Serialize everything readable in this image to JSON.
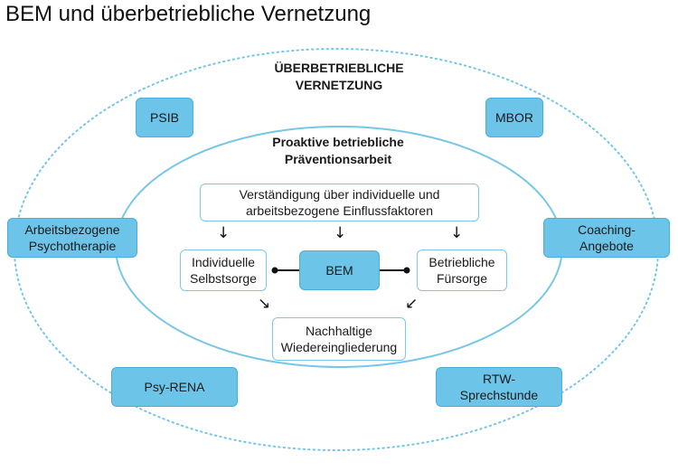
{
  "title": "BEM und überbetriebliche Vernetzung",
  "outer_ring": {
    "heading_line1": "ÜBERBETRIEBLICHE",
    "heading_line2": "VERNETZUNG",
    "boxes": {
      "psib": "PSIB",
      "mbor": "MBOR",
      "arbeitsbezogene_line1": "Arbeitsbezogene",
      "arbeitsbezogene_line2": "Psychotherapie",
      "coaching_line1": "Coaching-",
      "coaching_line2": "Angebote",
      "psy_rena": "Psy-RENA",
      "rtw_line1": "RTW-",
      "rtw_line2": "Sprechstunde"
    }
  },
  "inner_ring": {
    "heading_line1": "Proaktive betriebliche",
    "heading_line2": "Präventionsarbeit",
    "verstaendigung_line1": "Verständigung über individuelle und",
    "verstaendigung_line2": "arbeitsbezogene Einflussfaktoren",
    "individuelle_line1": "Individuelle",
    "individuelle_line2": "Selbstsorge",
    "bem": "BEM",
    "betriebliche_line1": "Betriebliche",
    "betriebliche_line2": "Fürsorge",
    "nachhaltige_line1": "Nachhaltige",
    "nachhaltige_line2": "Wiedereingliederung"
  },
  "arrow_glyphs": {
    "down": "↓",
    "down_right": "↘",
    "down_left": "↙"
  },
  "colors": {
    "fill_blue": "#6cc4e8",
    "border_blue": "#7cc8e8",
    "ellipse_line": "#78c6e6"
  }
}
